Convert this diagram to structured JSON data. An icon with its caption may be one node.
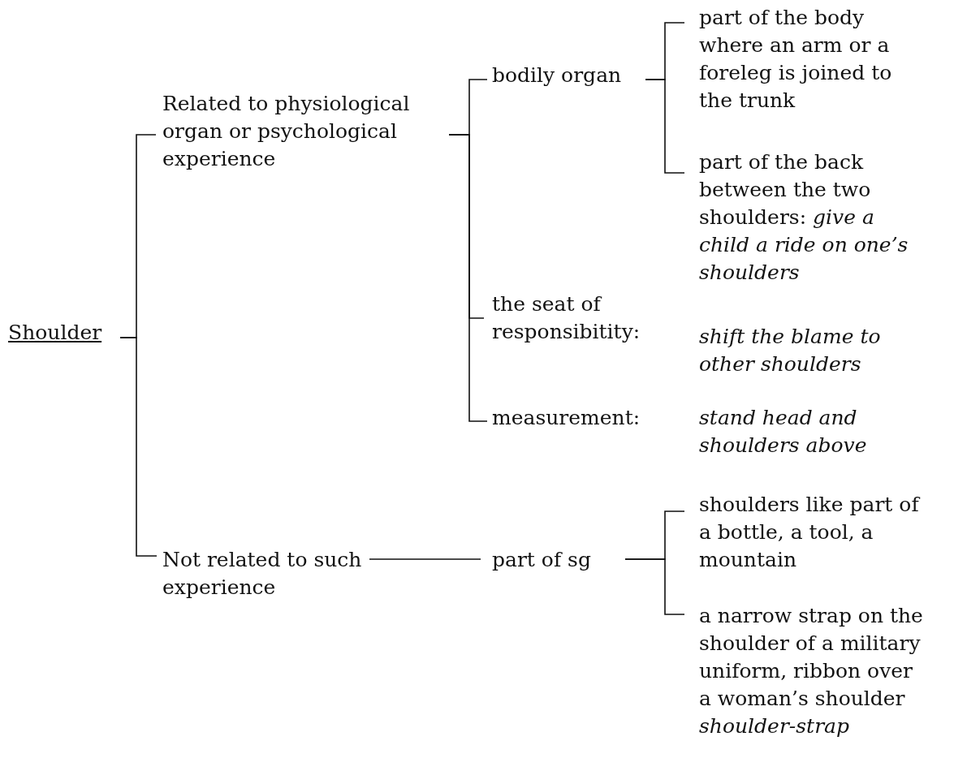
{
  "diagram": {
    "nodes": [
      {
        "text": [
          "Shoulder"
        ]
      },
      {
        "text": [
          "Related to physiological organ or psychological experience"
        ]
      },
      {
        "text": [
          "bodily organ"
        ]
      },
      {
        "text": [
          "part of the body where an arm or a foreleg is joined to the trunk"
        ]
      },
      {
        "text": [
          "part of the back between the two shoulders: *give a child a ride on one’s shoulders*"
        ]
      },
      {
        "text": [
          "the seat of responsibitity:"
        ],
        "beside": [
          "shift the blame to other shoulders"
        ]
      },
      {
        "text": [
          "measurement:"
        ],
        "beside": [
          "stand head and shoulders above"
        ]
      },
      {
        "text": [
          "Not related to such experience"
        ]
      },
      {
        "text": [
          "part of sg"
        ]
      },
      {
        "text": [
          "shoulders like part of a bottle, a tool, a mountain"
        ]
      },
      {
        "text": [
          "a narrow strap on the shoulder of a military uniform, ribbon over a woman’s shoulder *shoulder-strap*"
        ]
      }
    ],
    "edges": [
      {
        "from": 0,
        "to": 1,
        "arrow": "none"
      },
      {
        "from": 0,
        "to": 7,
        "arrow": "none"
      },
      {
        "from": 1,
        "to": 2,
        "arrow": "none"
      },
      {
        "from": 1,
        "to": 5,
        "arrow": "none"
      },
      {
        "from": 1,
        "to": 6,
        "arrow": "none"
      },
      {
        "from": 2,
        "to": 3,
        "arrow": "none"
      },
      {
        "from": 2,
        "to": 4,
        "arrow": "none"
      },
      {
        "from": 7,
        "to": 8,
        "arrow": "none"
      },
      {
        "from": 8,
        "to": 9,
        "arrow": "none"
      },
      {
        "from": 8,
        "to": 10,
        "arrow": "none"
      }
    ]
  }
}
